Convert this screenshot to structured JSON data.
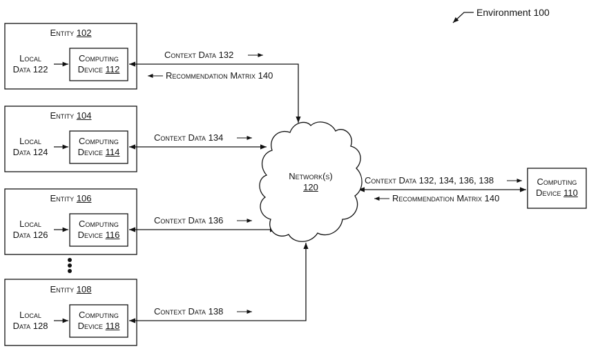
{
  "environment": {
    "label": "Environment 100"
  },
  "entities": [
    {
      "entity_word": "Entity",
      "entity_num": "102",
      "local_line1": "Local",
      "local_line2": "Data 122",
      "device_line1": "Computing",
      "device_word": "Device",
      "device_num": "112"
    },
    {
      "entity_word": "Entity",
      "entity_num": "104",
      "local_line1": "Local",
      "local_line2": "Data 124",
      "device_line1": "Computing",
      "device_word": "Device",
      "device_num": "114"
    },
    {
      "entity_word": "Entity",
      "entity_num": "106",
      "local_line1": "Local",
      "local_line2": "Data 126",
      "device_line1": "Computing",
      "device_word": "Device",
      "device_num": "116"
    },
    {
      "entity_word": "Entity",
      "entity_num": "108",
      "local_line1": "Local",
      "local_line2": "Data 128",
      "device_line1": "Computing",
      "device_word": "Device",
      "device_num": "118"
    }
  ],
  "links": {
    "context_132": "Context Data 132",
    "recommendation_left": "Recommendation Matrix 140",
    "context_134": "Context Data 134",
    "context_136": "Context Data 136",
    "context_138": "Context Data 138",
    "context_all": "Context Data 132, 134, 136, 138",
    "recommendation_right": "Recommendation Matrix 140"
  },
  "network": {
    "line1": "Network(s)",
    "num": "120"
  },
  "server": {
    "line1": "Computing",
    "word": "Device",
    "num": "110"
  }
}
